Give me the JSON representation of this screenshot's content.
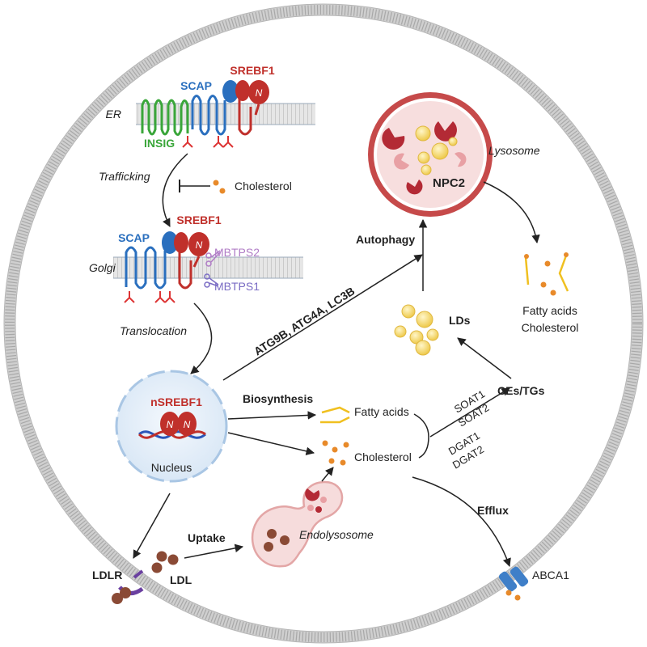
{
  "labels": {
    "er": "ER",
    "scap_er": "SCAP",
    "srebf1_er": "SREBF1",
    "insig": "INSIG",
    "trafficking": "Trafficking",
    "cholesterol_inhibit": "Cholesterol",
    "srebf1_golgi": "SREBF1",
    "scap_golgi": "SCAP",
    "mbtps2": "MBTPS2",
    "mbtps1": "MBTPS1",
    "golgi": "Golgi",
    "translocation": "Translocation",
    "nsrebf1": "nSREBF1",
    "nucleus": "Nucleus",
    "atg": "ATG9B, ATG4A, LC3B",
    "autophagy": "Autophagy",
    "lysosome": "Lysosome",
    "npc2": "NPC2",
    "lds": "LDs",
    "fa_chol_1": "Fatty acids",
    "fa_chol_2": "Cholesterol",
    "biosynthesis": "Biosynthesis",
    "fatty_acids": "Fatty acids",
    "cholesterol": "Cholesterol",
    "soat1": "SOAT1",
    "soat2": "SOAT2",
    "dgat1": "DGAT1",
    "dgat2": "DGAT2",
    "ces_tgs": "CEs/TGs",
    "efflux": "Efflux",
    "abca1": "ABCA1",
    "uptake": "Uptake",
    "endolysosome": "Endolysosome",
    "ldlr": "LDLR",
    "ldl": "LDL",
    "n1": "N",
    "n2": "N",
    "n3": "N",
    "n4": "N"
  },
  "colors": {
    "scap": "#2a6fbe",
    "srebf1": "#c0302b",
    "insig": "#3aa63a",
    "mbtps2": "#b07cc6",
    "mbtps1": "#7a6cc4",
    "cholesterol_dot": "#e88a2a",
    "lipid_droplet": "#f2d35a",
    "ldl": "#8a4a35",
    "lysosome_fill": "#f7dede",
    "lysosome_ring": "#c64a4a",
    "nucleus_fill": "#e8f1fa",
    "abca1": "#3f7fc8",
    "ldlr": "#6a3fa0"
  }
}
